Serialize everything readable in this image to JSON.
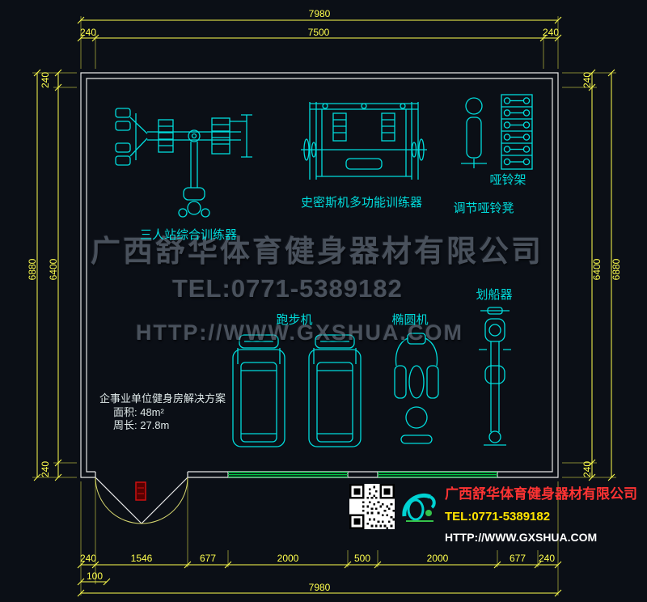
{
  "colors": {
    "background": "#0b0f16",
    "equipment_cyan": "#00dcdc",
    "dimension_yellow": "#ffff4d",
    "wall_white": "#e6e6e6",
    "window_green": "#00cc44",
    "footer_red": "#ff3333",
    "watermark_gray": "#7d8796"
  },
  "dimensions": {
    "top_total": "7980",
    "top_inner": "7500",
    "top_left": "240",
    "top_right": "240",
    "left_total": "6880",
    "left_inner": "6400",
    "left_top": "240",
    "left_bottom": "240",
    "right_total": "6880",
    "right_inner": "6400",
    "right_top": "240",
    "right_bottom": "240",
    "bottom_segments": [
      "240",
      "1546",
      "677",
      "2000",
      "500",
      "2000",
      "677",
      "240"
    ],
    "bottom_offset": "100",
    "bottom_total": "7980"
  },
  "equipment_labels": {
    "multi_station": "三人站综合训练器",
    "smith_machine": "史密斯机多功能训练器",
    "dumbbell_rack": "哑铃架",
    "dumbbell_bench": "调节哑铃凳",
    "treadmill": "跑步机",
    "elliptical": "椭圆机",
    "rower": "划船器"
  },
  "watermark": {
    "company": "广西舒华体育健身器材有限公司",
    "tel": "TEL:0771-5389182",
    "url": "HTTP://WWW.GXSHUA.COM"
  },
  "solution": {
    "title": "企事业单位健身房解决方案",
    "area": "面积: 48m²",
    "perimeter": "周长: 27.8m"
  },
  "footer": {
    "company": "广西舒华体育健身器材有限公司",
    "tel": "TEL:0771-5389182",
    "url": "HTTP://WWW.GXSHUA.COM"
  }
}
